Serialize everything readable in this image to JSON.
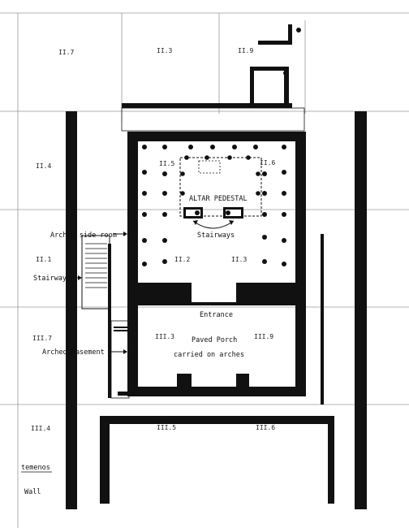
{
  "grid_labels": {
    "row1": [
      "II.7",
      "II.3",
      "II.9"
    ],
    "row2": [
      "II.4",
      "II.5",
      "II.6"
    ],
    "row3": [
      "II.1",
      "II.2",
      "II.3"
    ],
    "row4": [
      "III.7",
      "III.3",
      "III.9"
    ],
    "row5": [
      "III.4",
      "III.5",
      "III.6"
    ]
  },
  "annotations": {
    "altar": "ALTAR PEDESTAL",
    "stairways": "Stairways",
    "arched_side_room": "Arched side room",
    "stairway": "Stairway",
    "entrance": "Entrance",
    "paved_porch_1": "Paved Porch",
    "paved_porch_2": "carried on arches",
    "arched_basement": "Arched basement"
  },
  "legend": {
    "temenos": "temenos",
    "wall": "Wall"
  }
}
